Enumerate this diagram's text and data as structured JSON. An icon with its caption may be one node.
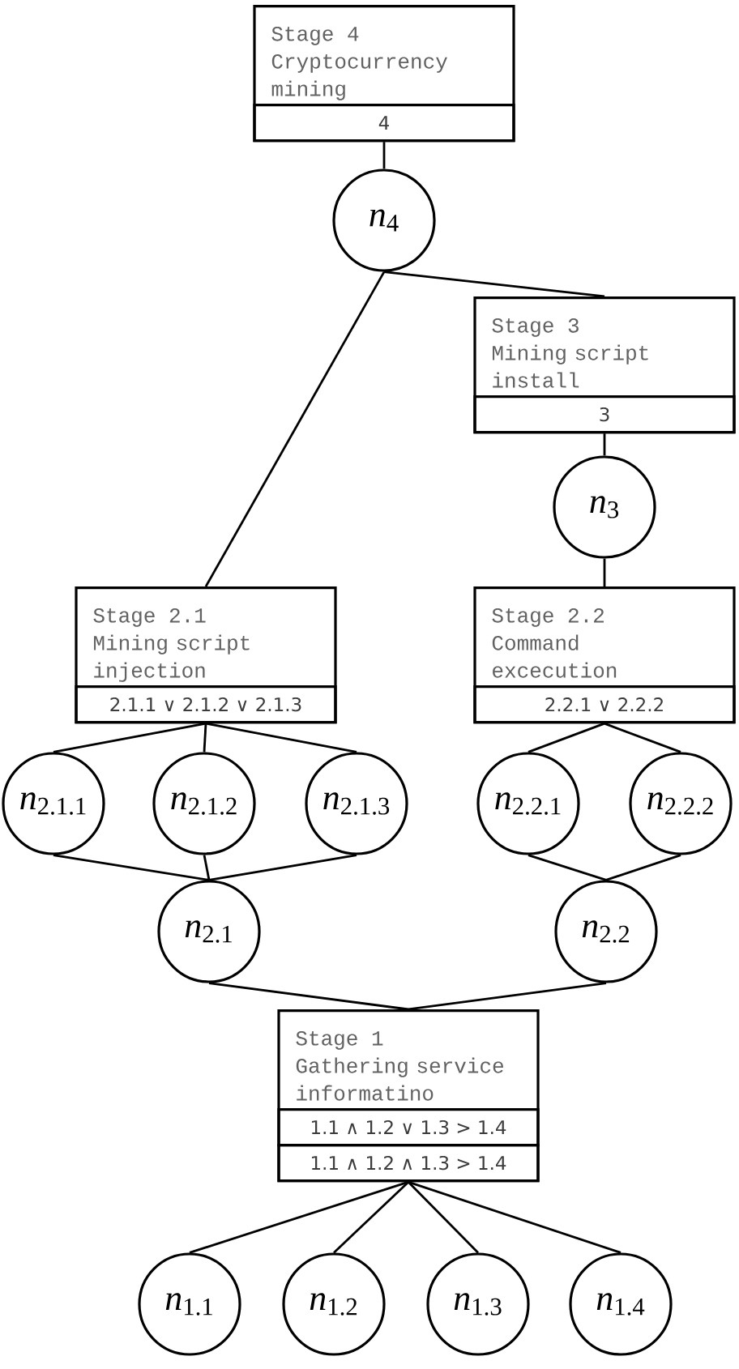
{
  "diagram": {
    "nodes": [
      {
        "text": [
          "Stage 4",
          "Cryptocurrency mining",
          "4"
        ]
      },
      {
        "text": [
          "*n*$_{4}$"
        ]
      },
      {
        "text": [
          "Stage 3",
          "Mining script install",
          "3"
        ]
      },
      {
        "text": [
          "*n*$_{3}$"
        ]
      },
      {
        "text": [
          "Stage 2.1",
          "Mining script injection",
          "2.1.1 ∨ 2.1.2 ∨ 2.1.3"
        ]
      },
      {
        "text": [
          "Stage 2.2",
          "Command excecution",
          "2.2.1 ∨ 2.2.2"
        ]
      },
      {
        "text": [
          "*n*$_{2.1.1}$"
        ]
      },
      {
        "text": [
          "*n*$_{2.1.2}$"
        ]
      },
      {
        "text": [
          "*n*$_{2.1.3}$"
        ]
      },
      {
        "text": [
          "*n*$_{2.2.1}$"
        ]
      },
      {
        "text": [
          "*n*$_{2.2.2}$"
        ]
      },
      {
        "text": [
          "*n*$_{2.1}$"
        ]
      },
      {
        "text": [
          "*n*$_{2.2}$"
        ]
      },
      {
        "text": [
          "Stage 1",
          "Gathering service informatino",
          "1.1 ∧ 1.2 ∨ 1.3 > 1.4",
          "1.1 ∧ 1.2 ∧ 1.3 > 1.4"
        ]
      },
      {
        "text": [
          "*n*$_{1.1}$"
        ]
      },
      {
        "text": [
          "*n*$_{1.2}$"
        ]
      },
      {
        "text": [
          "*n*$_{1.3}$"
        ]
      },
      {
        "text": [
          "*n*$_{1.4}$"
        ]
      }
    ],
    "edges": [
      {
        "from": 0,
        "to": 1,
        "arrow": "none"
      },
      {
        "from": 1,
        "to": 4,
        "arrow": "none"
      },
      {
        "from": 1,
        "to": 2,
        "arrow": "none"
      },
      {
        "from": 2,
        "to": 3,
        "arrow": "none"
      },
      {
        "from": 3,
        "to": 5,
        "arrow": "none"
      },
      {
        "from": 4,
        "to": 6,
        "arrow": "none"
      },
      {
        "from": 4,
        "to": 7,
        "arrow": "none"
      },
      {
        "from": 4,
        "to": 8,
        "arrow": "none"
      },
      {
        "from": 5,
        "to": 9,
        "arrow": "none"
      },
      {
        "from": 5,
        "to": 10,
        "arrow": "none"
      },
      {
        "from": 6,
        "to": 11,
        "arrow": "none"
      },
      {
        "from": 7,
        "to": 11,
        "arrow": "none"
      },
      {
        "from": 8,
        "to": 11,
        "arrow": "none"
      },
      {
        "from": 9,
        "to": 12,
        "arrow": "none"
      },
      {
        "from": 10,
        "to": 12,
        "arrow": "none"
      },
      {
        "from": 11,
        "to": 13,
        "arrow": "none"
      },
      {
        "from": 12,
        "to": 13,
        "arrow": "none"
      },
      {
        "from": 13,
        "to": 14,
        "arrow": "none"
      },
      {
        "from": 13,
        "to": 15,
        "arrow": "none"
      },
      {
        "from": 13,
        "to": 16,
        "arrow": "none"
      },
      {
        "from": 13,
        "to": 17,
        "arrow": "none"
      }
    ]
  }
}
